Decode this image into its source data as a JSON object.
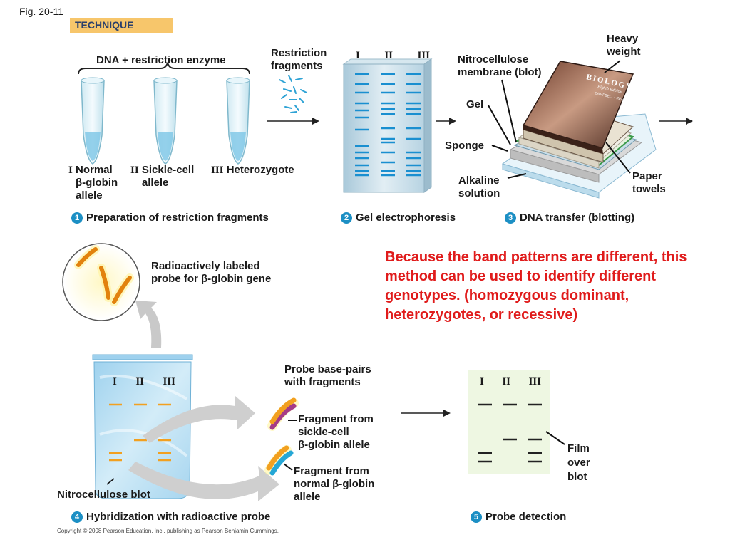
{
  "fig_label": "Fig. 20-11",
  "technique": "TECHNIQUE",
  "panel1": {
    "brace_label": "DNA + restriction enzyme",
    "restriction_fragments": "Restriction\nfragments",
    "tubes": [
      {
        "numeral": "I",
        "text": "Normal\nβ-globin\nallele"
      },
      {
        "numeral": "II",
        "text": "Sickle-cell\nallele"
      },
      {
        "numeral": "III",
        "text": "Heterozygote"
      }
    ],
    "step_number": "1",
    "step_title": "Preparation of restriction fragments"
  },
  "panel2": {
    "lanes": [
      "I",
      "II",
      "III"
    ],
    "step_number": "2",
    "step_title": "Gel electrophoresis"
  },
  "panel3": {
    "heavy_weight": "Heavy\nweight",
    "nitrocellulose": "Nitrocellulose\nmembrane (blot)",
    "gel": "Gel",
    "sponge": "Sponge",
    "alkaline": "Alkaline\nsolution",
    "paper_towels": "Paper\ntowels",
    "book_title": "BIOLOGY",
    "book_edition": "Eighth Edition",
    "book_authors": "CAMPBELL • REECE",
    "step_number": "3",
    "step_title": "DNA transfer (blotting)"
  },
  "note": "Because the band patterns are different, this method can be used to identify different genotypes. (homozygous dominant, heterozygotes, or recessive)",
  "panel4": {
    "probe_label": "Radioactively labeled\nprobe for β-globin gene",
    "bag_lanes": [
      "I",
      "II",
      "III"
    ],
    "blot_label": "Nitrocellulose blot",
    "base_pairs": "Probe base-pairs\nwith fragments",
    "frag_sickle": "Fragment from\nsickle-cell\nβ-globin allele",
    "frag_normal": "Fragment from\nnormal β-globin\nallele",
    "step_number": "4",
    "step_title": "Hybridization with radioactive probe"
  },
  "panel5": {
    "lanes": [
      "I",
      "II",
      "III"
    ],
    "film_label": "Film\nover\nblot",
    "step_number": "5",
    "step_title": "Probe detection"
  },
  "copyright": "Copyright © 2008 Pearson Education, Inc., publishing as Pearson Benjamin Cummings.",
  "colors": {
    "technique_bg": "#f7c66b",
    "note_red": "#e01b1b",
    "step_blue": "#1c8fc4",
    "gel_blue": "#1a8fd0",
    "probe_orange": "#f2a020",
    "film_bg": "#eef7e2"
  }
}
